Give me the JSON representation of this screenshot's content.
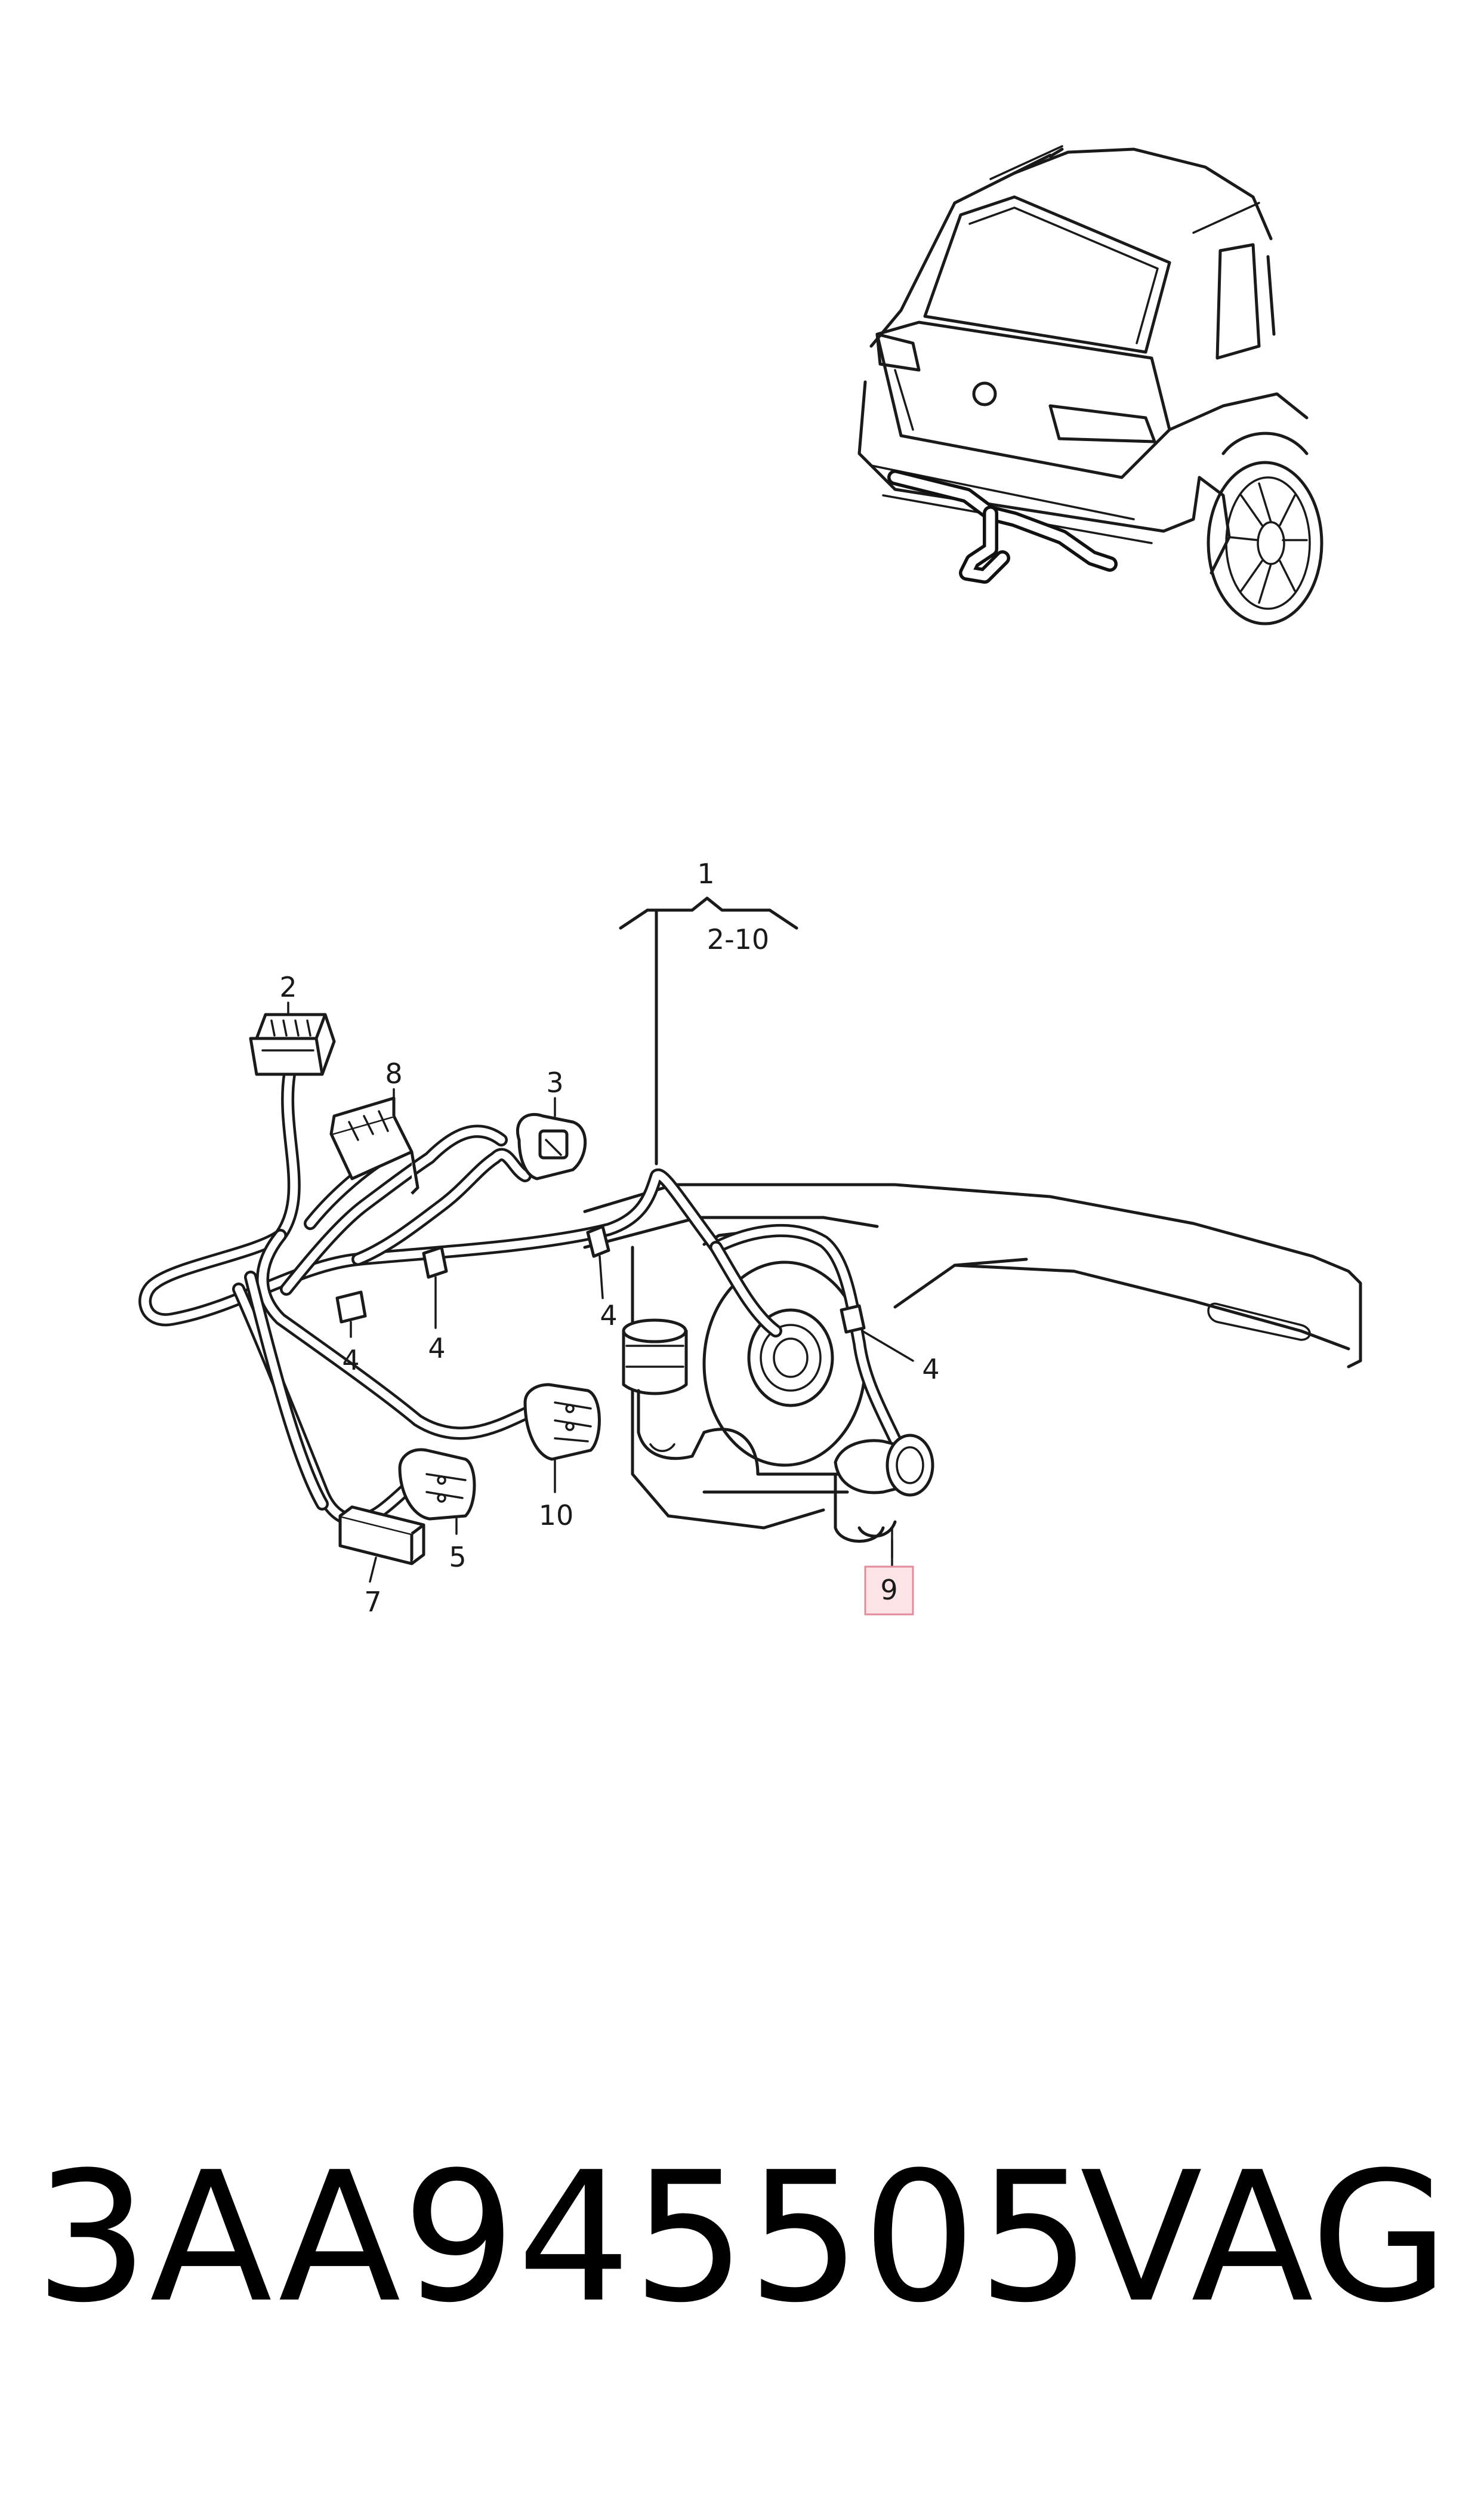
{
  "diagram": {
    "callouts": {
      "c1": "1",
      "c1_range": "2-10",
      "c2": "2",
      "c3": "3",
      "c4a": "4",
      "c4b": "4",
      "c4c": "4",
      "c4d": "4",
      "c5": "5",
      "c7": "7",
      "c8": "8",
      "c9": "9",
      "c10": "10"
    },
    "highlighted_callout": "9",
    "highlight_color": "#fbe3e6",
    "highlight_border": "#e58a98"
  },
  "footer": {
    "part_number": "3AA945505",
    "brand": "VAG"
  }
}
